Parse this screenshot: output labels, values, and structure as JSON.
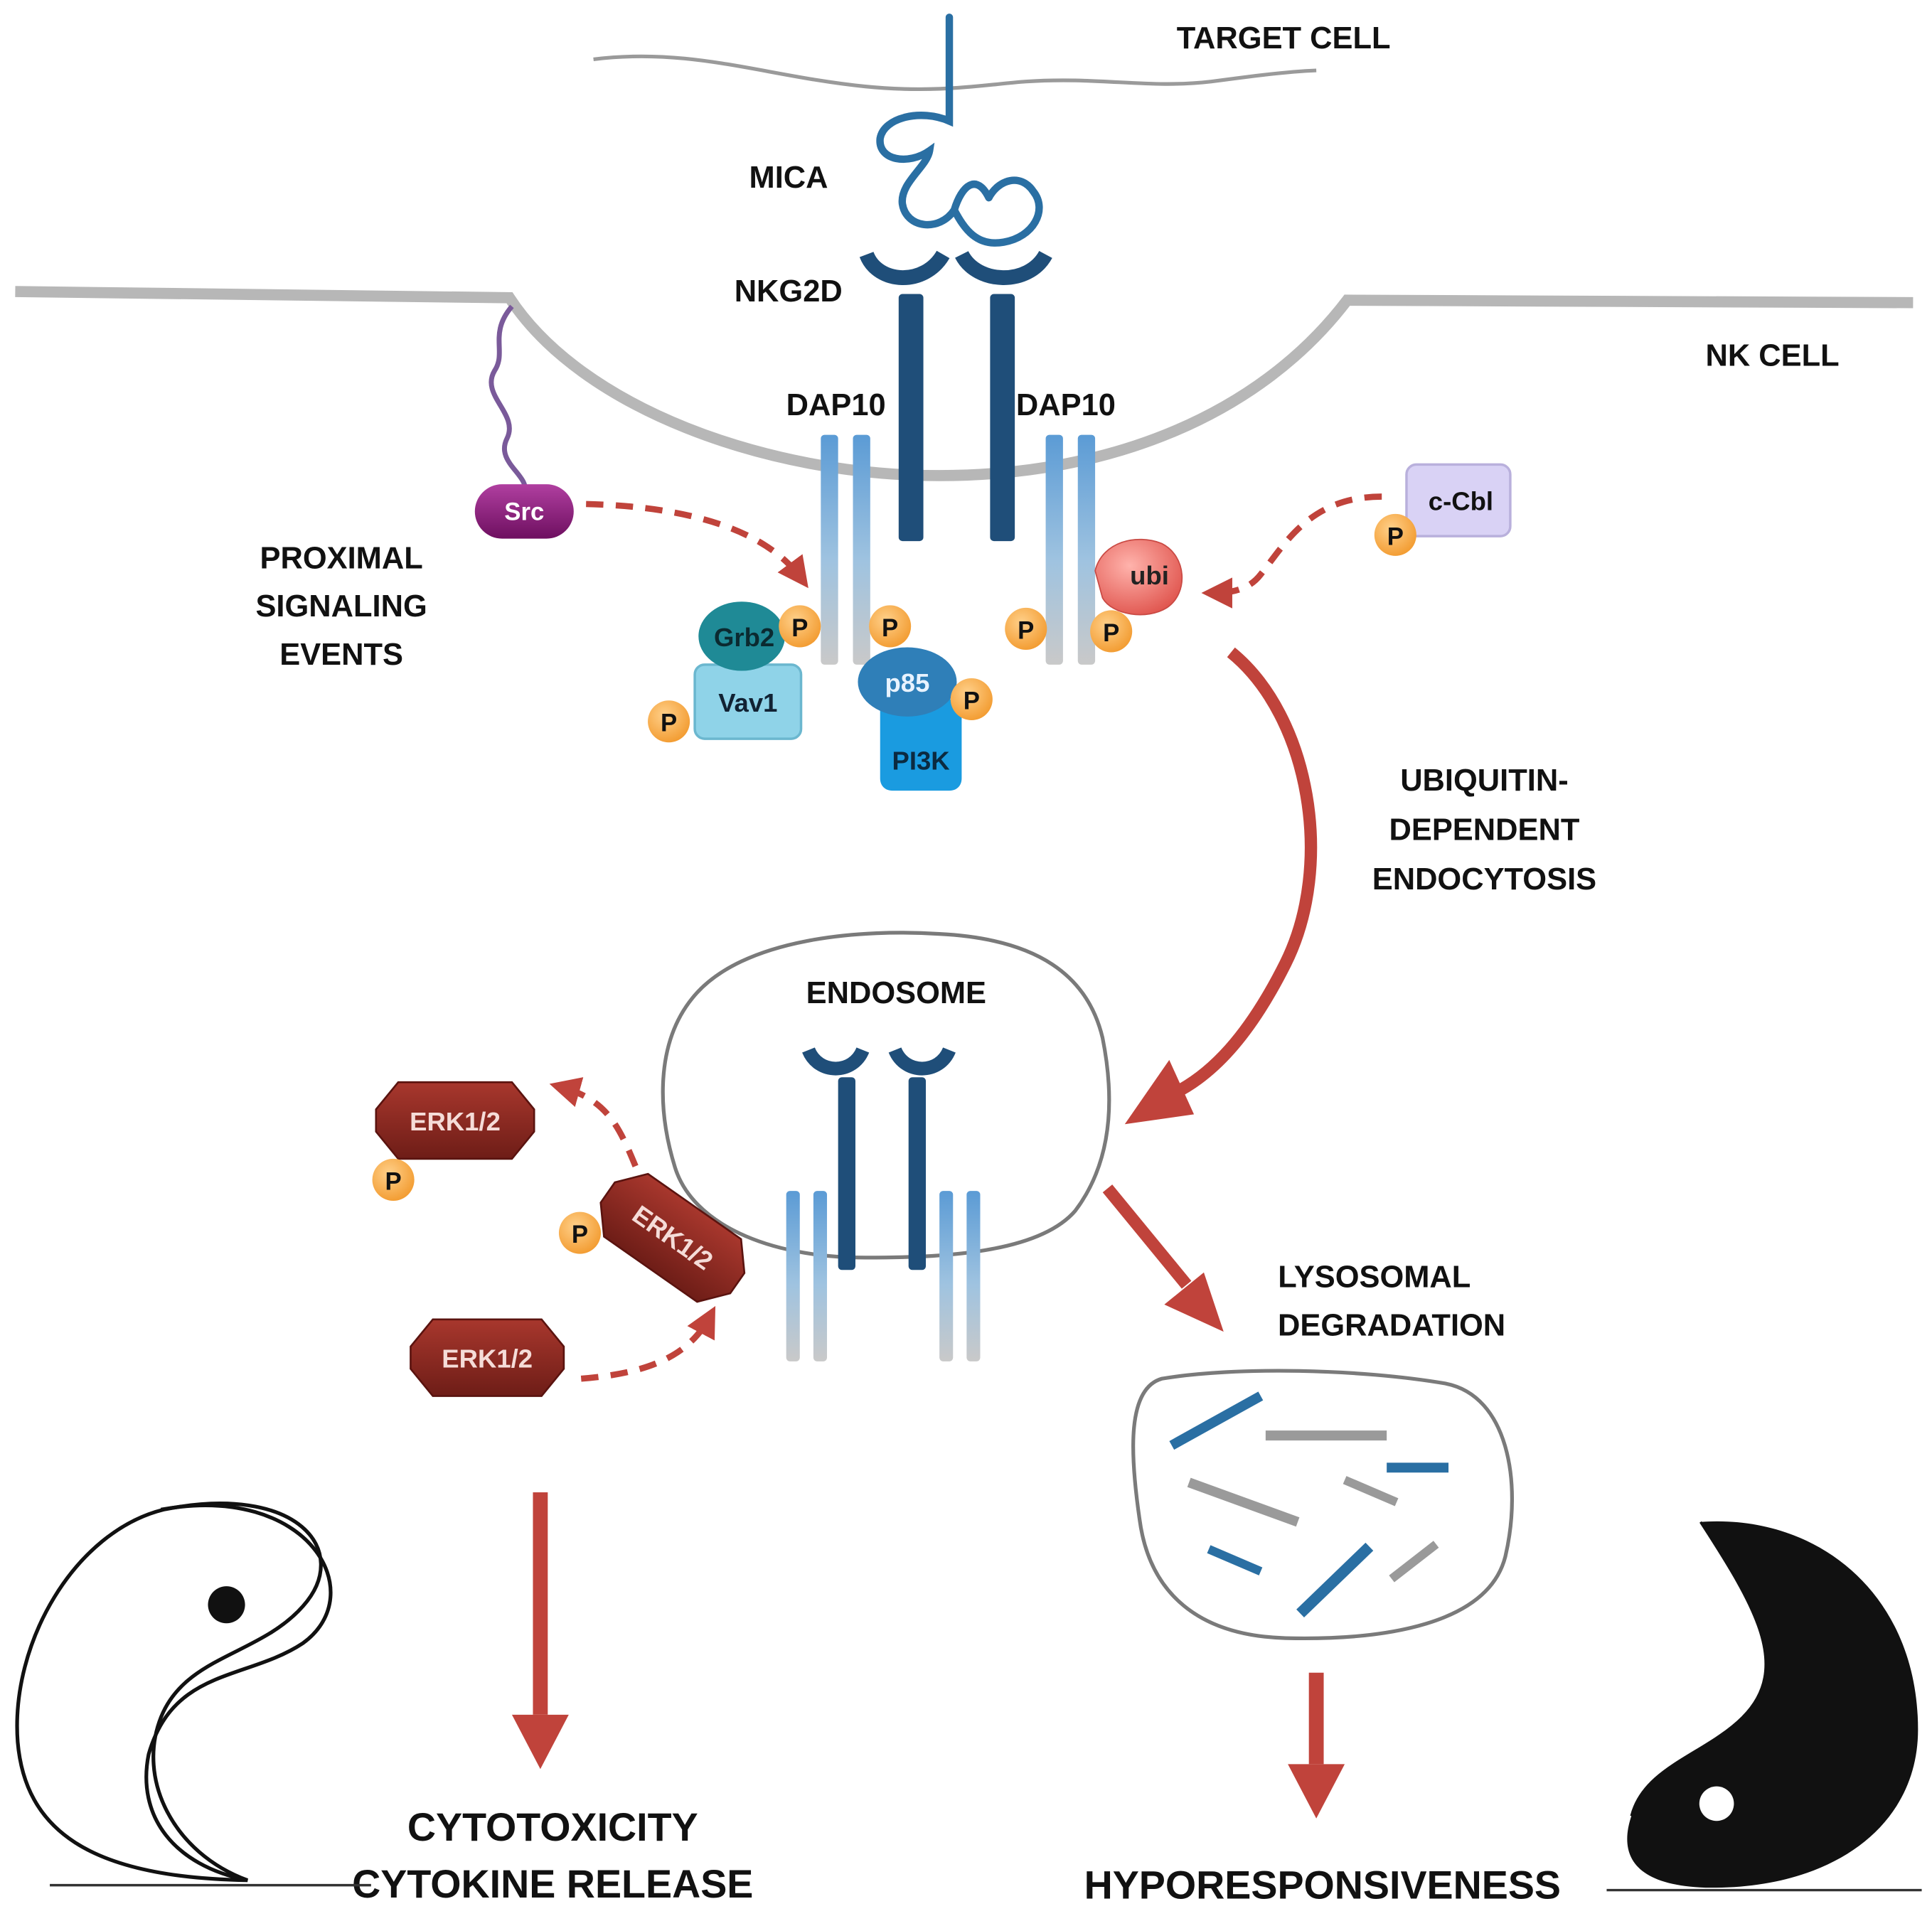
{
  "labels": {
    "target_cell": "TARGET CELL",
    "nk_cell": "NK CELL",
    "mica": "MICA",
    "nkg2d": "NKG2D",
    "dap10_left": "DAP10",
    "dap10_right": "DAP10",
    "proximal_1": "PROXIMAL",
    "proximal_2": "SIGNALING",
    "proximal_3": "EVENTS",
    "ubiquitin_1": "UBIQUITIN-",
    "ubiquitin_2": "DEPENDENT",
    "ubiquitin_3": "ENDOCYTOSIS",
    "endosome": "ENDOSOME",
    "lysosomal_1": "LYSOSOMAL",
    "lysosomal_2": "DEGRADATION",
    "cytotoxicity": "CYTOTOXICITY",
    "cytokine": "CYTOKINE RELEASE",
    "hypo": "HYPORESPONSIVENESS"
  },
  "molecules": {
    "src": "Src",
    "ccbl": "c-Cbl",
    "ubi": "ubi",
    "grb2": "Grb2",
    "vav1": "Vav1",
    "p85": "p85",
    "pi3k": "PI3K",
    "erk": "ERK1/2",
    "phospho": "P"
  },
  "colors": {
    "arrow": "#c0433b",
    "membrane": "#b4b4b4",
    "nkg2d": "#1f4e79",
    "dap10": "#6aa3cf",
    "phospho": "#f5a53a",
    "src": "#8e1a7e",
    "erk": "#8c2a22",
    "ccbl": "#d9d2f5",
    "ubi": "#e8706a"
  }
}
